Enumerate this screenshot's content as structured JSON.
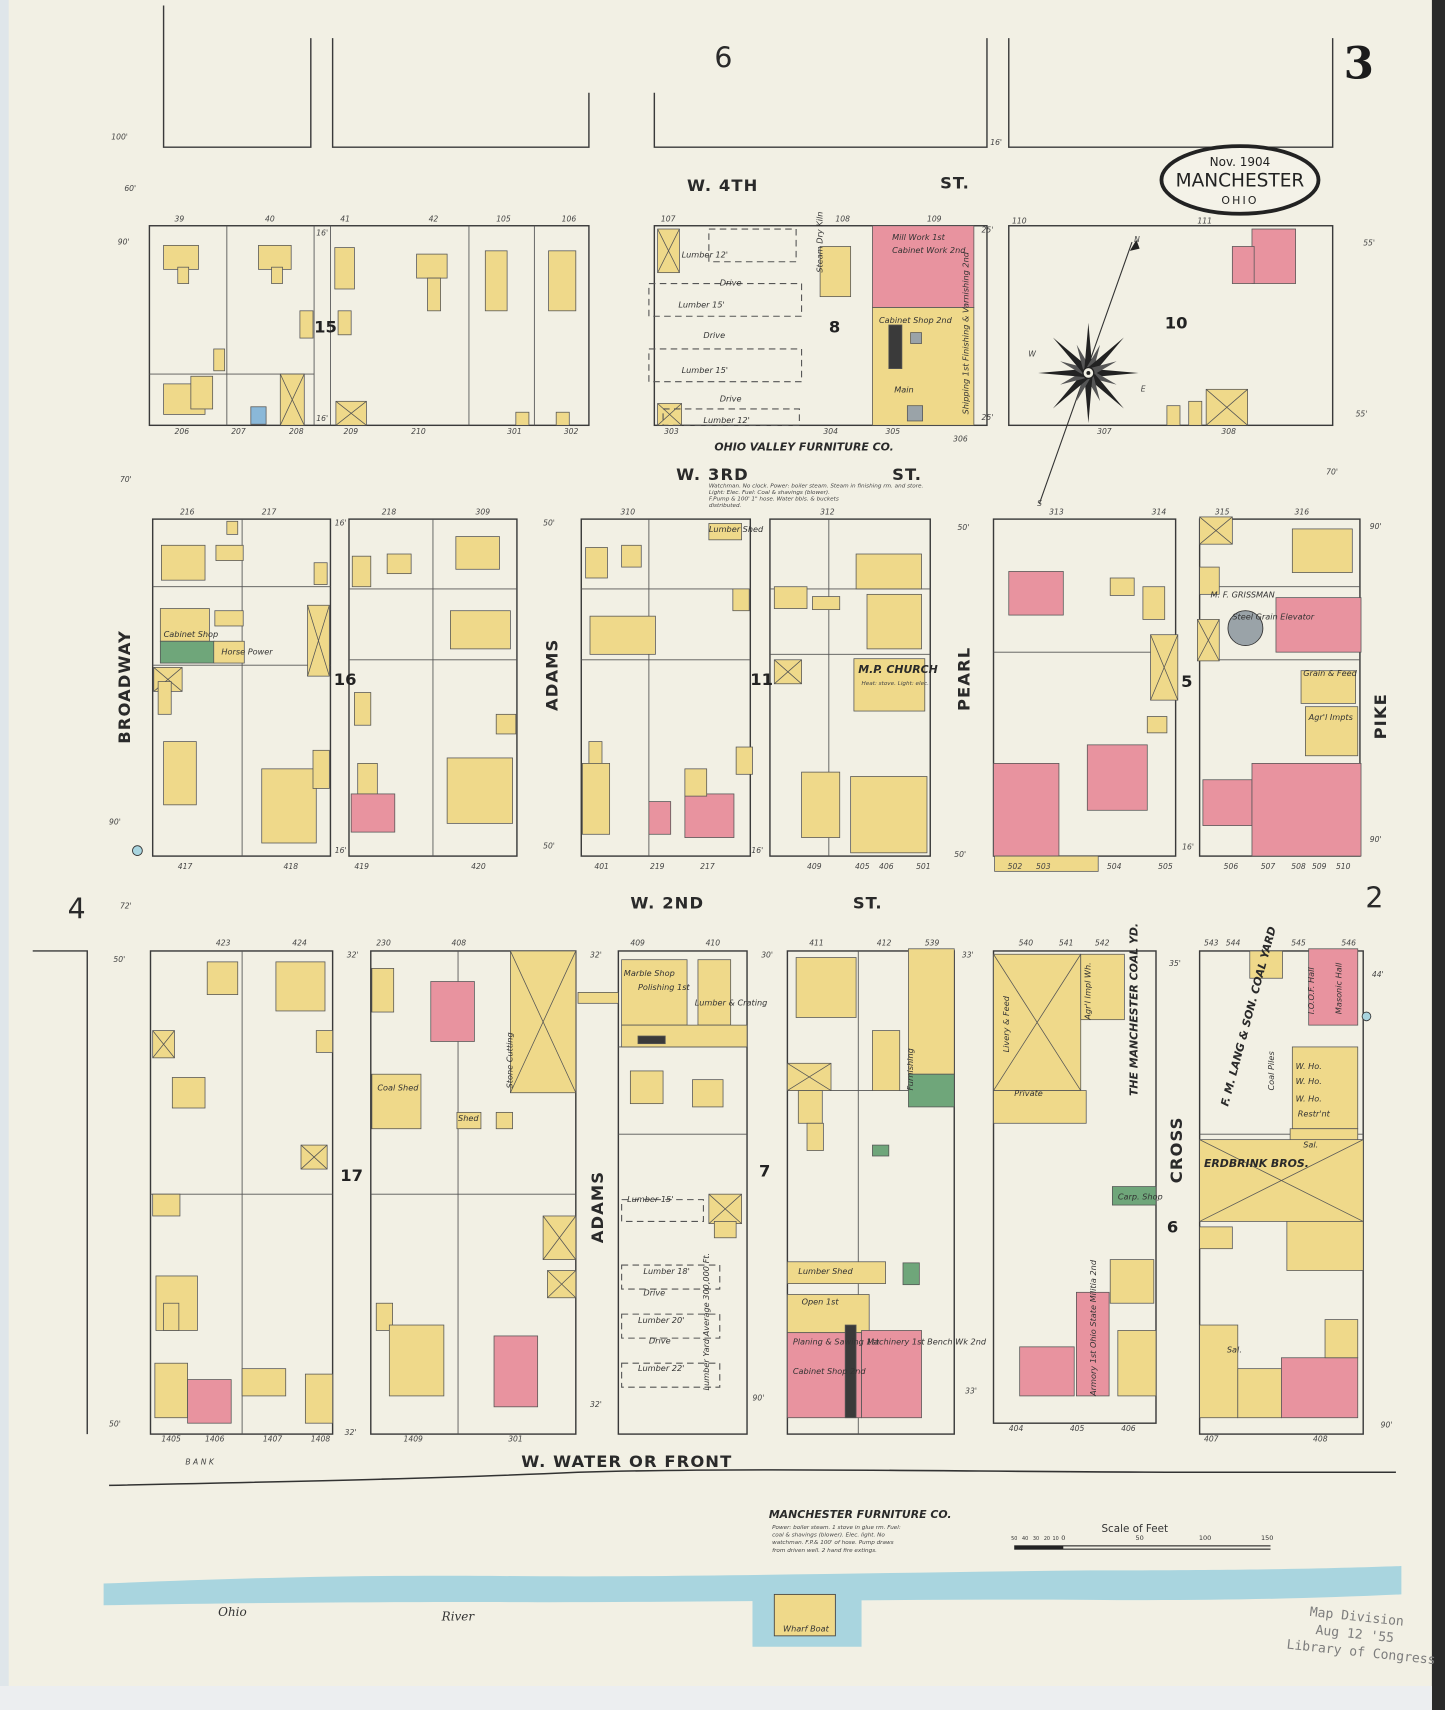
{
  "sheet_number": "3",
  "adjoining_sheets": {
    "top": "6",
    "left": "4",
    "right": "2"
  },
  "title_cartouche": {
    "date": "Nov. 1904",
    "town": "MANCHESTER",
    "state": "OHIO"
  },
  "streets": {
    "w4th": "W. 4TH",
    "w4th_st": "ST.",
    "w3rd": "W. 3RD",
    "w3rd_st": "ST.",
    "w2nd": "W. 2ND",
    "w2nd_st": "ST.",
    "front": "W. WATER OR FRONT",
    "broadway": "BROADWAY",
    "adams_north": "ADAMS",
    "adams_south": "ADAMS",
    "pearl": "PEARL",
    "pike": "PIKE",
    "cross": "CROSS",
    "bank": "B A N K"
  },
  "block_numbers": [
    "15",
    "8",
    "10",
    "16",
    "11",
    "5",
    "17",
    "7",
    "6"
  ],
  "colors": {
    "paper": "#f2f0e4",
    "frame_dwelling": "#efd98a",
    "brick": "#e8939f",
    "stone": "#6fa67a",
    "iron": "#8ab8d8",
    "river": "#a9d5df"
  },
  "companies": {
    "ohio_valley": "OHIO VALLEY FURNITURE CO.",
    "ohio_valley_note": [
      "Watchman. No clock. Power: boiler steam. Steam in finishing rm. and store.",
      "Light: Elec. Fuel: Coal & shavings (blower).",
      "F.Pump & 100' 1\" hose. Water bbls. & buckets",
      "distributed."
    ],
    "manchester": "MANCHESTER FURNITURE CO.",
    "manchester_note": [
      "Power: boiler steam. 1 stove in glue rm. Fuel:",
      "coal & shavings (blower). Elec. light. No",
      "watchman. F.P.& 100' of hose. Pump draws",
      "from driven well. 2 hand fire extings."
    ],
    "coal_yard": "THE MANCHESTER COAL YD.",
    "lang_coal": "F. M. LANG & SON. COAL YARD",
    "erdbrink": "ERDBRINK BROS.",
    "gessman": "M. F. GRISSMAN",
    "mp_church": "M.P. CHURCH",
    "mp_church_note": "Heat: stove. Light: elec."
  },
  "building_labels": [
    "Lumber 12'",
    "Drive",
    "Lumber 15'",
    "Drive",
    "Lumber 15'",
    "Drive",
    "Lumber 12'",
    "Steam Dry Kiln",
    "Mill Work 1st",
    "Cabinet Work 2nd",
    "Cabinet Shop 2nd",
    "Main",
    "Shipping 1st Finishing & Varnishing 2nd",
    "Cabinet Shop",
    "Horse Power",
    "Lumber Shed",
    "Steel Grain Elevator",
    "Grain & Feed",
    "Agr'l Impts",
    "Marble Shop",
    "Polishing 1st",
    "Lumber & Crating",
    "Coal Shed",
    "Shed",
    "Stone Cutting",
    "Lumber 15'",
    "Lumber 18'",
    "Drive",
    "Lumber 20'",
    "Drive",
    "Lumber 22'",
    "Lumber Yard Average 300,000 Ft.",
    "Lumber Shed",
    "Planing & Sawing 1st",
    "Cabinet Shop 2nd",
    "Machinery 1st Bench Wk 2nd",
    "Open 1st",
    "Furnishing",
    "Livery & Feed",
    "Private",
    "Agr'l Impl Wh.",
    "Carp. Shop",
    "Armory 1st Ohio State Militia 2nd",
    "W. Ho.",
    "W. Ho.",
    "W. Ho.",
    "Restr'nt",
    "Sal.",
    "Sal.",
    "Coal Piles",
    "I.O.O.F. Hall",
    "Masonic Hall",
    "Wharf Boat"
  ],
  "address_numbers": [
    "39",
    "40",
    "41",
    "42",
    "105",
    "106",
    "107",
    "108",
    "109",
    "110",
    "111",
    "206",
    "207",
    "208",
    "209",
    "210",
    "301",
    "302",
    "303",
    "304",
    "305",
    "306",
    "307",
    "308",
    "216",
    "217",
    "218",
    "309",
    "310",
    "312",
    "313",
    "314",
    "315",
    "316",
    "417",
    "418",
    "419",
    "420",
    "401",
    "219",
    "217",
    "409",
    "405",
    "406",
    "501",
    "502",
    "503",
    "504",
    "505",
    "506",
    "507",
    "508",
    "509",
    "510",
    "423",
    "424",
    "230",
    "408",
    "409",
    "410",
    "411",
    "412",
    "539",
    "540",
    "541",
    "542",
    "543",
    "544",
    "545",
    "546",
    "1405",
    "1406",
    "1407",
    "1408",
    "1409",
    "301",
    "404",
    "405",
    "406",
    "407",
    "408"
  ],
  "dimensions": [
    "100'",
    "60'",
    "90'",
    "70'",
    "16'",
    "16'",
    "25'",
    "25'",
    "55'",
    "55'",
    "16'",
    "70'",
    "50'",
    "50'",
    "16'",
    "16'",
    "90'",
    "50'",
    "50'",
    "16'",
    "90'",
    "90'",
    "16'",
    "72'",
    "50'",
    "32'",
    "32'",
    "30'",
    "33'",
    "35'",
    "32'",
    "90'",
    "33'",
    "50'",
    "32'",
    "90'",
    "44'"
  ],
  "scale": {
    "title": "Scale of Feet",
    "ticks": [
      "50",
      "40",
      "30",
      "20",
      "10",
      "0",
      "50",
      "100",
      "150"
    ]
  },
  "river": {
    "word1": "Ohio",
    "word2": "River"
  },
  "compass": {
    "north": "N",
    "west": "W",
    "east": "E",
    "south": "S"
  },
  "stamp": {
    "line1": "Map Division",
    "line2": "Aug 12 '55",
    "line3": "Library of Congress"
  }
}
